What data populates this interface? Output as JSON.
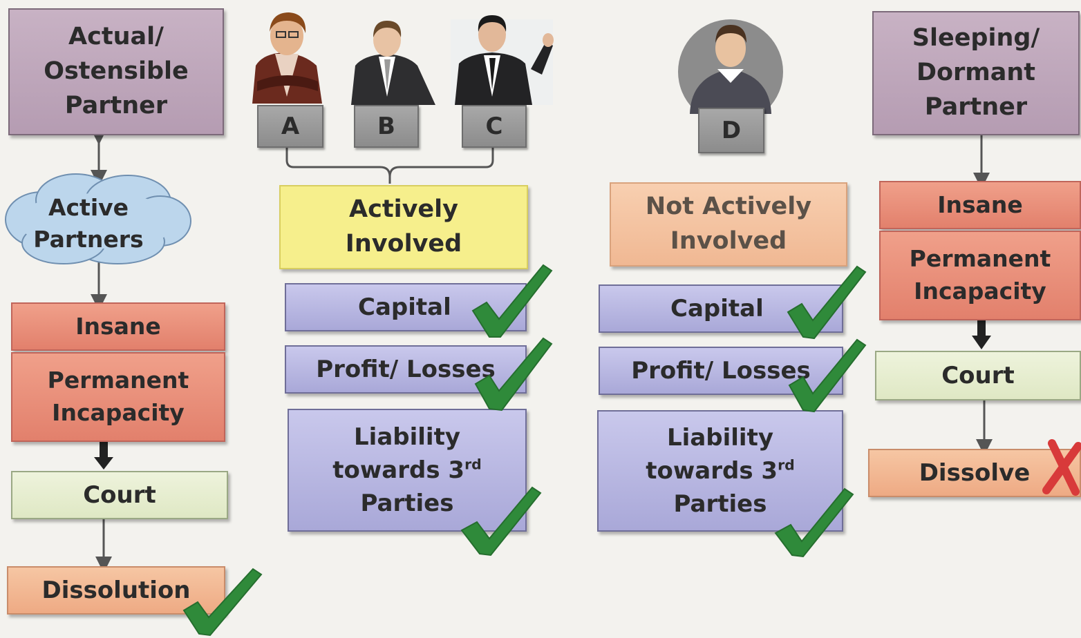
{
  "left_column": {
    "header": [
      "Actual/",
      "Ostensible",
      "Partner"
    ],
    "cloud": [
      "Active",
      "Partners"
    ],
    "insane": "Insane",
    "incapacity": [
      "Permanent",
      "Incapacity"
    ],
    "court": "Court",
    "result": "Dissolution"
  },
  "partners": {
    "a": "A",
    "b": "B",
    "c": "C",
    "d": "D"
  },
  "active_column": {
    "header": [
      "Actively",
      "Involved"
    ],
    "capital": "Capital",
    "profit": "Profit/ Losses",
    "liability": [
      "Liability",
      "towards 3",
      "rd",
      "Parties"
    ]
  },
  "passive_column": {
    "header": [
      "Not Actively",
      "Involved"
    ],
    "capital": "Capital",
    "profit": "Profit/ Losses",
    "liability": [
      "Liability",
      "towards 3",
      "rd",
      "Parties"
    ]
  },
  "right_column": {
    "header": [
      "Sleeping/",
      "Dormant",
      "Partner"
    ],
    "insane": "Insane",
    "incapacity": [
      "Permanent",
      "Incapacity"
    ],
    "court": "Court",
    "result": "Dissolve"
  },
  "colors": {
    "check": "#2f8a3a",
    "cross": "#d83a3a"
  }
}
